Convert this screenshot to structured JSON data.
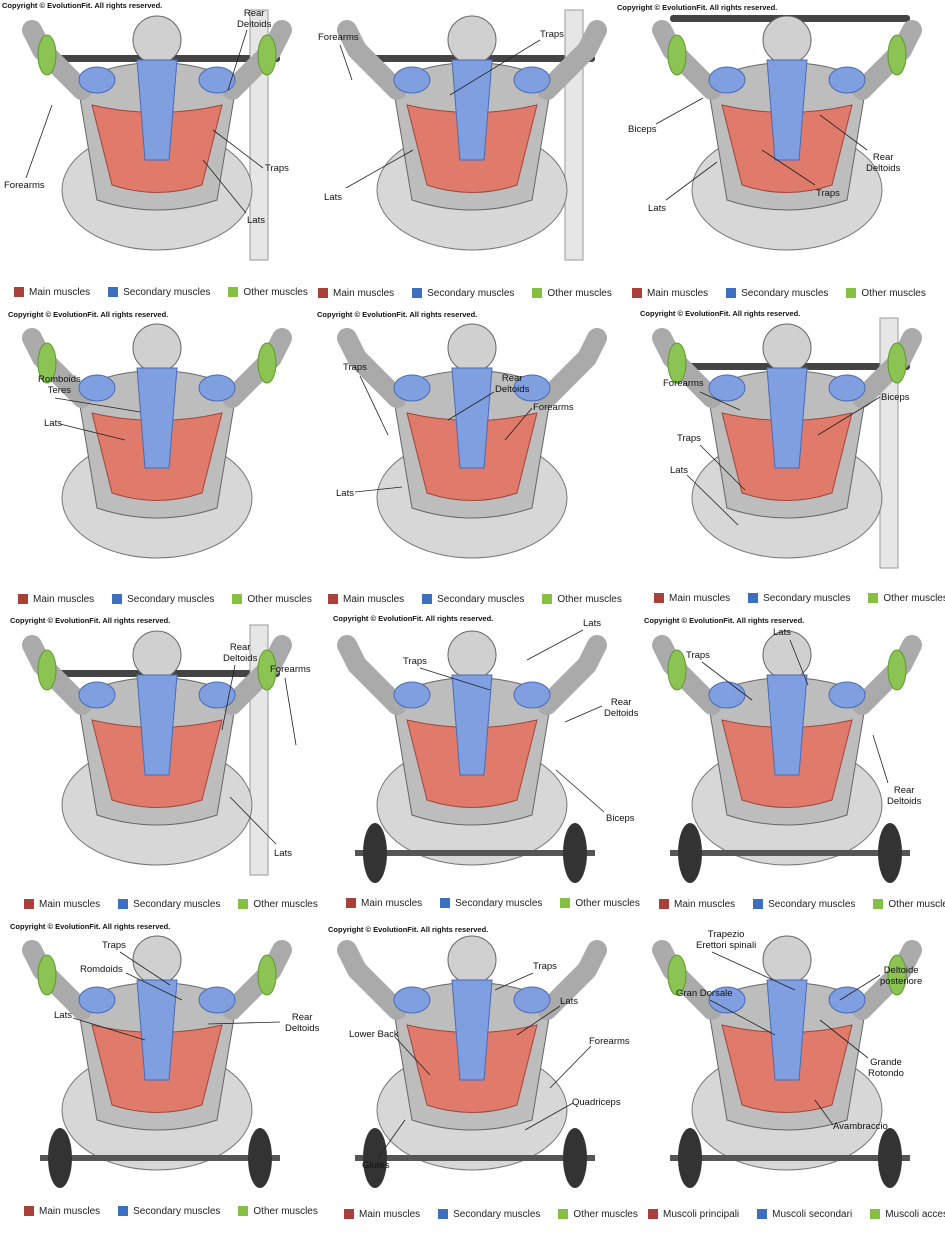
{
  "colors": {
    "main": "#a8413a",
    "secondary": "#3c6fbf",
    "other": "#86c043",
    "muscle_red": "#e07a6a",
    "muscle_blue": "#7f9fe0",
    "muscle_green": "#8cc453",
    "body_grey": "#bdbdbd",
    "line": "#222222"
  },
  "panels": [
    {
      "copyright": "Copyright © EvolutionFit. All rights reserved.",
      "labels": [
        "Rear\nDeltoids",
        "Traps",
        "Lats",
        "Forearms"
      ],
      "legend": [
        "Main muscles",
        "Secondary muscles",
        "Other muscles"
      ]
    },
    {
      "copyright": "",
      "labels": [
        "Forearms",
        "Traps",
        "Lats"
      ],
      "legend": [
        "Main muscles",
        "Secondary muscles",
        "Other muscles"
      ]
    },
    {
      "copyright": "Copyright © EvolutionFit. All rights reserved.",
      "labels": [
        "Biceps",
        "Rear\nDeltoids",
        "Traps",
        "Lats"
      ],
      "legend": [
        "Main muscles",
        "Secondary muscles",
        "Other muscles"
      ]
    },
    {
      "copyright": "Copyright © EvolutionFit. All rights reserved.",
      "labels": [
        "Romboids\nTeres",
        "Lats"
      ],
      "legend": [
        "Main muscles",
        "Secondary muscles",
        "Other muscles"
      ]
    },
    {
      "copyright": "Copyright © EvolutionFit. All rights reserved.",
      "labels": [
        "Traps",
        "Rear\nDeltoids",
        "Forearms",
        "Lats"
      ],
      "legend": [
        "Main muscles",
        "Secondary muscles",
        "Other muscles"
      ]
    },
    {
      "copyright": "Copyright © EvolutionFit. All rights reserved.",
      "labels": [
        "Forearms",
        "Biceps",
        "Traps",
        "Lats"
      ],
      "legend": [
        "Main muscles",
        "Secondary muscles",
        "Other muscles"
      ]
    },
    {
      "copyright": "Copyright © EvolutionFit. All rights reserved.",
      "labels": [
        "Rear\nDeltoids",
        "Forearms",
        "Lats"
      ],
      "legend": [
        "Main muscles",
        "Secondary muscles",
        "Other muscles"
      ]
    },
    {
      "copyright": "Copyright © EvolutionFit. All rights reserved.",
      "labels": [
        "Traps",
        "Lats",
        "Rear\nDeltoids",
        "Biceps"
      ],
      "legend": [
        "Main muscles",
        "Secondary muscles",
        "Other muscles"
      ]
    },
    {
      "copyright": "Copyright © EvolutionFit. All rights reserved.",
      "labels": [
        "Traps",
        "Lats",
        "Rear\nDeltoids"
      ],
      "legend": [
        "Main muscles",
        "Secondary muscles",
        "Other muscles"
      ]
    },
    {
      "copyright": "Copyright © EvolutionFit. All rights reserved.",
      "labels": [
        "Traps",
        "Romdoids",
        "Lats",
        "Rear\nDeltoids"
      ],
      "legend": [
        "Main muscles",
        "Secondary muscles",
        "Other muscles"
      ]
    },
    {
      "copyright": "Copyright © EvolutionFit. All rights reserved.",
      "labels": [
        "Traps",
        "Lats",
        "Lower Back",
        "Forearms",
        "Quadriceps",
        "Glutes"
      ],
      "legend": [
        "Main muscles",
        "Secondary muscles",
        "Other muscles"
      ]
    },
    {
      "copyright": "",
      "labels": [
        "Trapezio\nErettori spinali",
        "Deltoide\nposteriore",
        "Gran Dorsale",
        "Grande\nRotondo",
        "Avambraccio"
      ],
      "legend": [
        "Muscoli principali",
        "Muscoli secondari",
        "Muscoli accessori"
      ]
    }
  ]
}
